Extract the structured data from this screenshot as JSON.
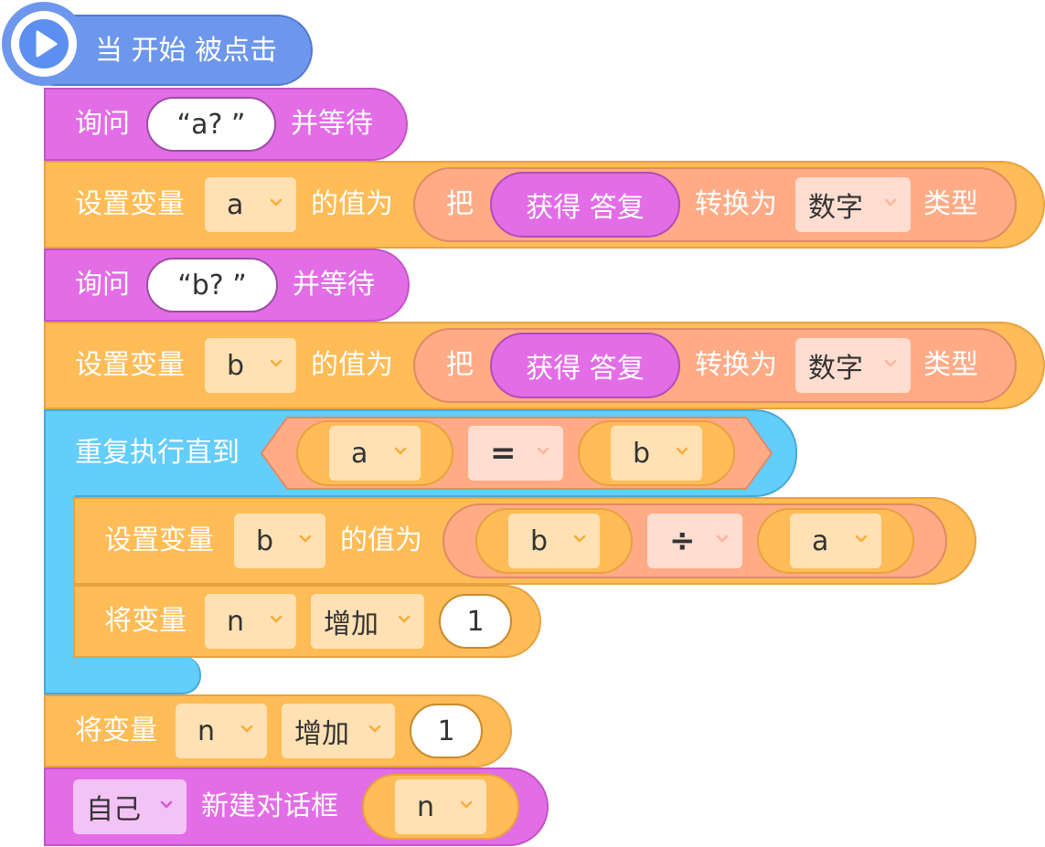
{
  "hat": {
    "label": "当 开始 被点击",
    "icon": "play-icon"
  },
  "ask1": {
    "label": "询问",
    "prompt": "“a? ”",
    "wait": "并等待"
  },
  "set_a": {
    "label": "设置变量",
    "var": "a",
    "value_label": "的值为",
    "ba": "把",
    "answer": "获得 答复",
    "convert": "转换为",
    "type": "数字",
    "type_suffix": "类型"
  },
  "ask2": {
    "label": "询问",
    "prompt": "“b? ”",
    "wait": "并等待"
  },
  "set_b": {
    "label": "设置变量",
    "var": "b",
    "value_label": "的值为",
    "ba": "把",
    "answer": "获得 答复",
    "convert": "转换为",
    "type": "数字",
    "type_suffix": "类型"
  },
  "repeat": {
    "label": "重复执行直到",
    "left": "a",
    "op": "=",
    "right": "b"
  },
  "set_b_div": {
    "label": "设置变量",
    "var": "b",
    "value_label": "的值为",
    "left": "b",
    "op": "÷",
    "right": "a"
  },
  "inc_inner": {
    "label": "将变量",
    "var": "n",
    "action": "增加",
    "amount": "1"
  },
  "inc_outer": {
    "label": "将变量",
    "var": "n",
    "action": "增加",
    "amount": "1"
  },
  "dialog": {
    "target": "自己",
    "label": "新建对话框",
    "var": "n"
  },
  "colors": {
    "events": "#6495ed",
    "looks": "#e36de6",
    "variables": "#ffbc57",
    "control": "#63cdfb",
    "operators": "#ffab86"
  }
}
